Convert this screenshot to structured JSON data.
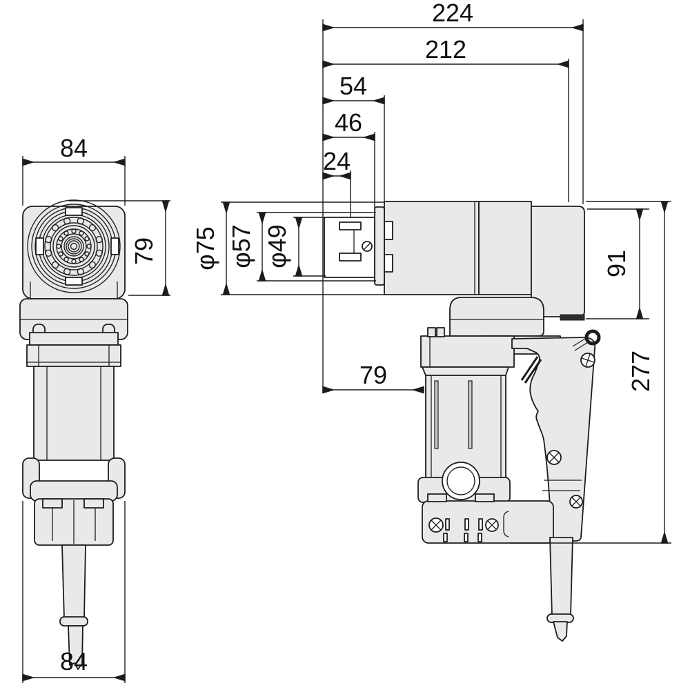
{
  "drawing": {
    "background": "#ffffff",
    "line_color": "#1c1c1c",
    "body_fill": "#e9e9e9",
    "front_view": {
      "width_top": "84",
      "head_height": "79",
      "width_bottom": "84"
    },
    "side_view": {
      "overall_length": "224",
      "length_to_rear": "212",
      "nose_length_54": "54",
      "nose_length_46": "46",
      "nose_length_24": "24",
      "dia_75": "φ75",
      "dia_57": "φ57",
      "dia_49": "φ49",
      "height_91": "91",
      "length_79": "79",
      "overall_height": "277"
    }
  }
}
